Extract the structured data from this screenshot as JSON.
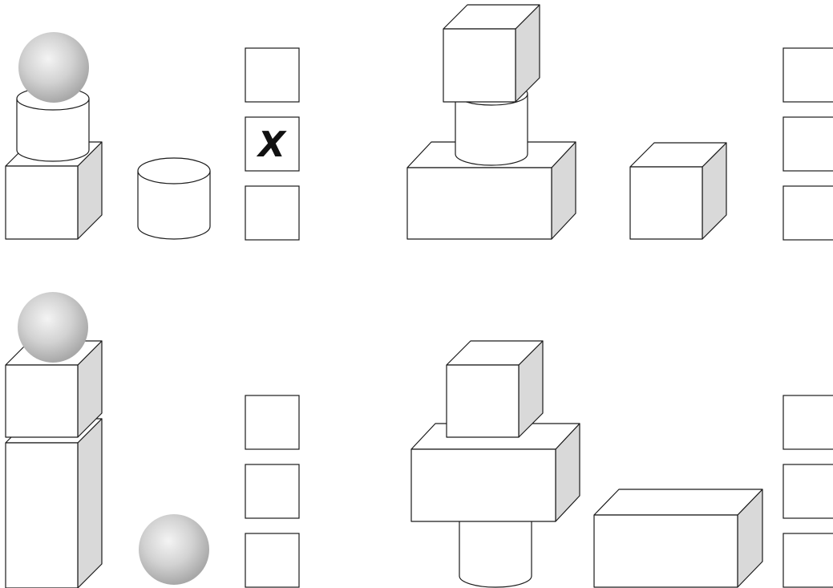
{
  "puzzles": [
    {
      "id": 1,
      "stack": [
        "sphere",
        "cylinder",
        "cube"
      ],
      "removed_piece": "cylinder",
      "answer_boxes": [
        {
          "mark": ""
        },
        {
          "mark": "X"
        },
        {
          "mark": ""
        }
      ]
    },
    {
      "id": 2,
      "stack": [
        "cube",
        "cylinder",
        "wide-box"
      ],
      "removed_piece": "cube",
      "answer_boxes": [
        {
          "mark": ""
        },
        {
          "mark": ""
        },
        {
          "mark": ""
        }
      ]
    },
    {
      "id": 3,
      "stack": [
        "sphere",
        "cube",
        "tall-box"
      ],
      "removed_piece": "sphere",
      "answer_boxes": [
        {
          "mark": ""
        },
        {
          "mark": ""
        },
        {
          "mark": ""
        }
      ]
    },
    {
      "id": 4,
      "stack": [
        "cube",
        "wide-box",
        "cylinder"
      ],
      "removed_piece": "wide-box",
      "answer_boxes": [
        {
          "mark": ""
        },
        {
          "mark": ""
        },
        {
          "mark": ""
        }
      ]
    }
  ],
  "colors": {
    "outline": "#1a1a1a",
    "side_face": "#d9d9d9",
    "sphere_light": "#f4f4f4",
    "sphere_dark": "#a8a8a8"
  }
}
